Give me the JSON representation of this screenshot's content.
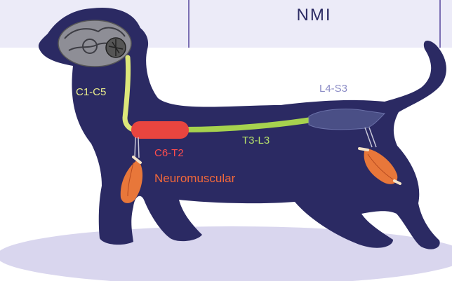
{
  "header": {
    "title": "NMI"
  },
  "regions": {
    "cervical": "C1-C5",
    "cervicothoracic": "C6-T2",
    "thoracolumbar": "T3-L3",
    "lumbosacral": "L4-S3",
    "neuromuscular": "Neuromuscular"
  },
  "colors": {
    "dog": "#2b2a63",
    "header_band": "#ecebf8",
    "shadow": "#d9d6ee",
    "cervical": "#dde77a",
    "cervicothoracic": "#e8453f",
    "thoracolumbar": "#a6d24e",
    "lumbosacral": "#4a4f86",
    "muscle": "#e8773a"
  }
}
